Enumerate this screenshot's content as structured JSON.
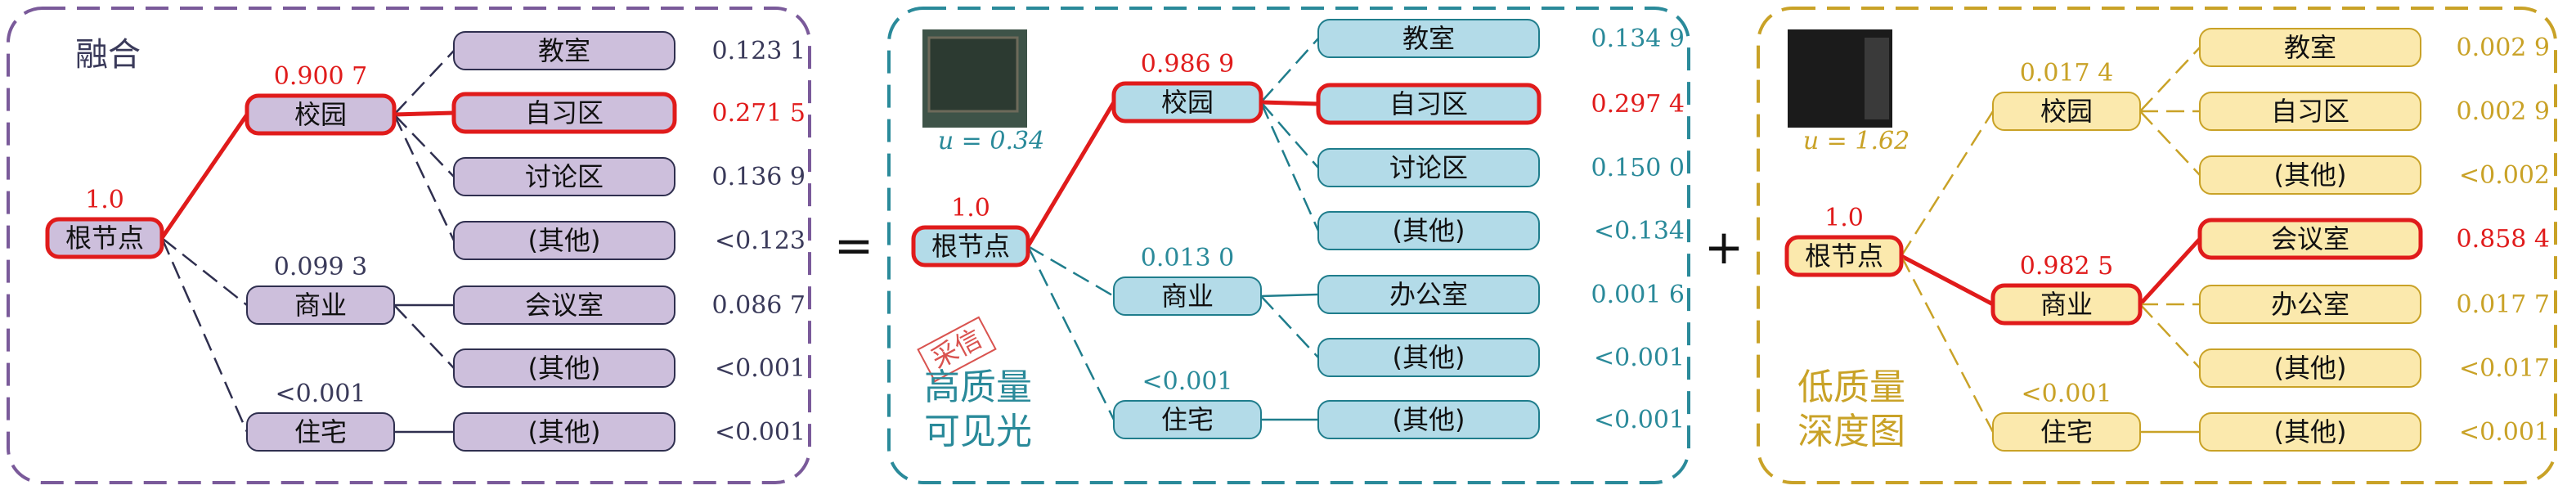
{
  "operators": {
    "equals": "=",
    "plus": "+"
  },
  "panels": [
    {
      "id": "fusion",
      "title": "融合",
      "colors": {
        "border": "#7a5a9a",
        "fill": "#cdbfdc",
        "text": "#3a3a5a",
        "edge": "#2f2f4f",
        "highlight": "#e01b1b"
      },
      "root": {
        "label": "根节点",
        "prob": "1.0"
      },
      "mids": [
        {
          "label": "校园",
          "prob": "0.900 7",
          "selected": true,
          "leaves": [
            {
              "label": "教室",
              "prob": "0.123 1",
              "selected": false
            },
            {
              "label": "自习区",
              "prob": "0.271 5",
              "selected": true
            },
            {
              "label": "讨论区",
              "prob": "0.136 9",
              "selected": false
            },
            {
              "label": "(其他)",
              "prob": "<0.123",
              "selected": false
            }
          ]
        },
        {
          "label": "商业",
          "prob": "0.099 3",
          "selected": false,
          "leaves": [
            {
              "label": "会议室",
              "prob": "0.086 7",
              "selected": false
            },
            {
              "label": "(其他)",
              "prob": "<0.001",
              "selected": false
            }
          ]
        },
        {
          "label": "住宅",
          "prob": "<0.001",
          "selected": false,
          "leaves": [
            {
              "label": "(其他)",
              "prob": "<0.001",
              "selected": false
            }
          ]
        }
      ]
    },
    {
      "id": "rgb",
      "title": "高质量\n可见光",
      "u_label": "u = 0.34",
      "stamp": "采信",
      "colors": {
        "border": "#2a8a9a",
        "fill": "#b3dbe8",
        "text": "#2a8a9a",
        "edge": "#1f7d8c",
        "highlight": "#e01b1b"
      },
      "root": {
        "label": "根节点",
        "prob": "1.0"
      },
      "mids": [
        {
          "label": "校园",
          "prob": "0.986 9",
          "selected": true,
          "leaves": [
            {
              "label": "教室",
              "prob": "0.134 9",
              "selected": false
            },
            {
              "label": "自习区",
              "prob": "0.297 4",
              "selected": true
            },
            {
              "label": "讨论区",
              "prob": "0.150 0",
              "selected": false
            },
            {
              "label": "(其他)",
              "prob": "<0.134",
              "selected": false
            }
          ]
        },
        {
          "label": "商业",
          "prob": "0.013 0",
          "selected": false,
          "leaves": [
            {
              "label": "办公室",
              "prob": "0.001 6",
              "selected": false
            },
            {
              "label": "(其他)",
              "prob": "<0.001",
              "selected": false
            }
          ]
        },
        {
          "label": "住宅",
          "prob": "<0.001",
          "selected": false,
          "leaves": [
            {
              "label": "(其他)",
              "prob": "<0.001",
              "selected": false
            }
          ]
        }
      ]
    },
    {
      "id": "depth",
      "title": "低质量\n深度图",
      "u_label": "u = 1.62",
      "colors": {
        "border": "#c9a227",
        "fill": "#fbe9ad",
        "text": "#c9a227",
        "edge": "#c9a227",
        "highlight": "#e01b1b"
      },
      "root": {
        "label": "根节点",
        "prob": "1.0"
      },
      "mids": [
        {
          "label": "校园",
          "prob": "0.017 4",
          "selected": false,
          "leaves": [
            {
              "label": "教室",
              "prob": "0.002 9",
              "selected": false
            },
            {
              "label": "自习区",
              "prob": "0.002 9",
              "selected": false
            },
            {
              "label": "(其他)",
              "prob": "<0.002",
              "selected": false
            }
          ]
        },
        {
          "label": "商业",
          "prob": "0.982 5",
          "selected": true,
          "leaves": [
            {
              "label": "会议室",
              "prob": "0.858 4",
              "selected": true
            },
            {
              "label": "办公室",
              "prob": "0.017 7",
              "selected": false
            },
            {
              "label": "(其他)",
              "prob": "<0.017",
              "selected": false
            }
          ]
        },
        {
          "label": "住宅",
          "prob": "<0.001",
          "selected": false,
          "leaves": [
            {
              "label": "(其他)",
              "prob": "<0.001",
              "selected": false
            }
          ]
        }
      ]
    }
  ]
}
